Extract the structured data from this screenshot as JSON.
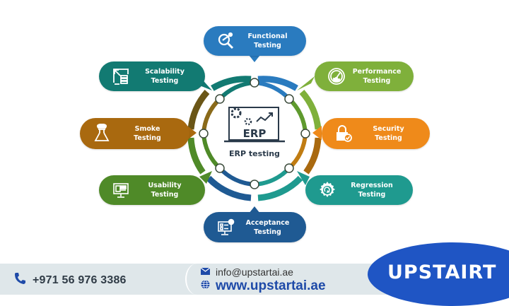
{
  "center": {
    "badge": "ERP",
    "label": "ERP testing",
    "icon": "erp-laptop-gears-chart-icon"
  },
  "colors": {
    "functional": "#2a7bbf",
    "scalability": "#127a72",
    "performance": "#7fb03b",
    "smoke": "#a9690f",
    "security": "#ef8a1a",
    "usability": "#4f8a28",
    "regression": "#1f9a8f",
    "acceptance": "#1f5a93",
    "center_text": "#2a3a4a",
    "footer_bg": "#dfe7ea",
    "logo_bg": "#1f55c4",
    "web_link": "#1e4aa8"
  },
  "bubbles": [
    {
      "id": "functional",
      "line1": "Functional",
      "line2": "Testing",
      "icon": "magnifier-network-icon"
    },
    {
      "id": "scalability",
      "line1": "Scalability",
      "line2": "Testing",
      "icon": "scale-server-icon"
    },
    {
      "id": "performance",
      "line1": "Performance",
      "line2": "Testing",
      "icon": "speedometer-icon"
    },
    {
      "id": "smoke",
      "line1": "Smoke",
      "line2": "Testing",
      "icon": "flask-smoke-icon"
    },
    {
      "id": "security",
      "line1": "Security",
      "line2": "Testing",
      "icon": "padlock-check-icon"
    },
    {
      "id": "usability",
      "line1": "Usability",
      "line2": "Testing",
      "icon": "monitor-layout-icon"
    },
    {
      "id": "regression",
      "line1": "Regression",
      "line2": "Testing",
      "icon": "gear-cycle-icon"
    },
    {
      "id": "acceptance",
      "line1": "Acceptance",
      "line2": "Testing",
      "icon": "monitor-checklist-icon"
    }
  ],
  "footer": {
    "phone": "+971 56 976 3386",
    "email": "info@upstartai.ae",
    "website": "www.upstartai.ae",
    "logo": "UPSTAIRT"
  }
}
